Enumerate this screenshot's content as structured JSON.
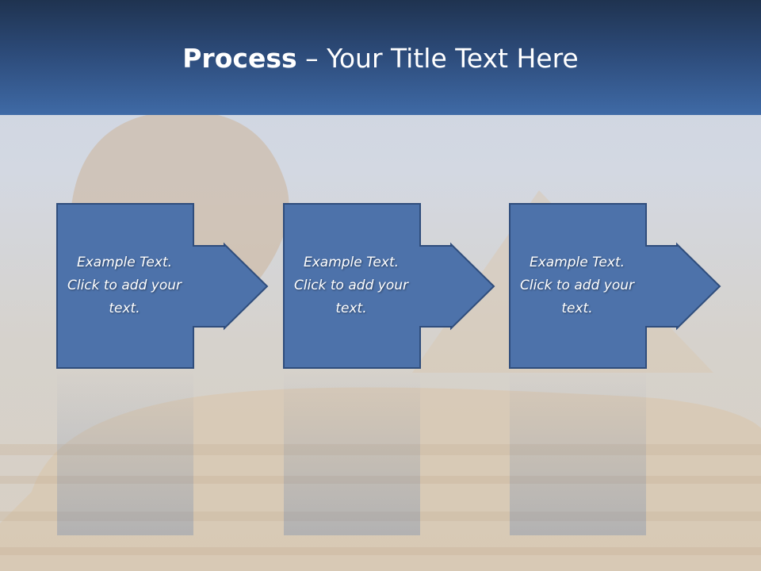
{
  "slide": {
    "title_bold": "Process",
    "title_rest": " – Your Title Text Here"
  },
  "steps": [
    {
      "text": "Example Text. Click  to add your text."
    },
    {
      "text": "Example Text. Click  to add your text."
    },
    {
      "text": "Example Text. Click  to add your text."
    }
  ],
  "colors": {
    "title_bar_top": "#1f3350",
    "title_bar_bottom": "#3f6aa6",
    "box_fill": "#4d72aa",
    "box_border": "#2f4d7c",
    "text": "#ffffff"
  }
}
